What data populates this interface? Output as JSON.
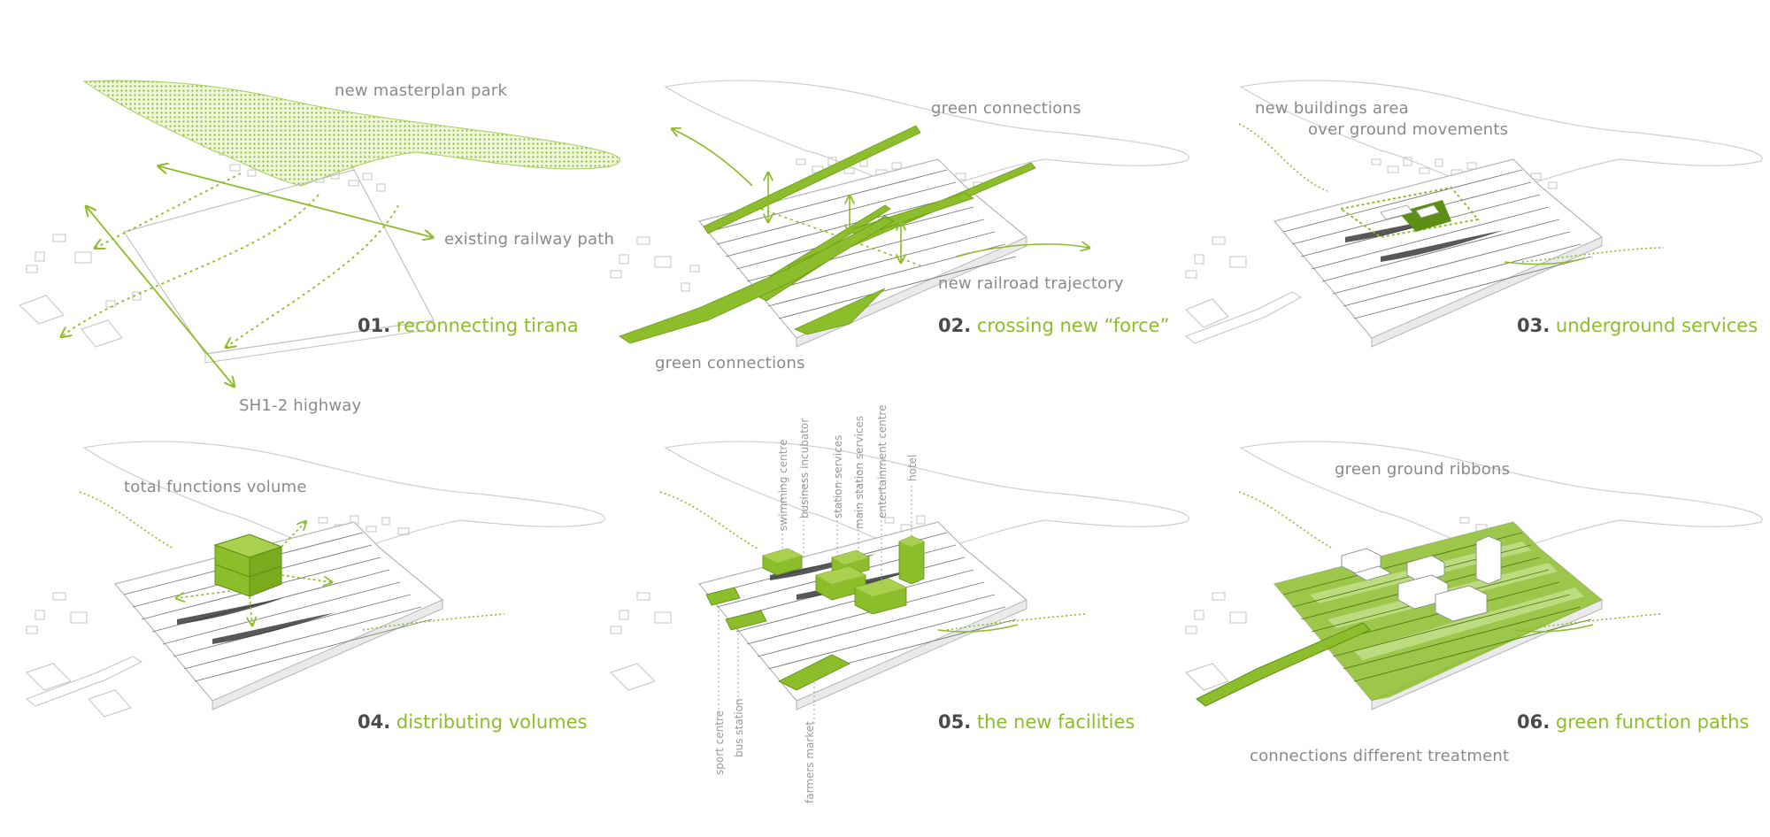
{
  "colors": {
    "accent": "#8cbd2a",
    "accent_light": "#b9d97a",
    "outline": "#b5b5b5",
    "label": "#8a8a8a",
    "number": "#4a4a4a"
  },
  "panels": [
    {
      "step_number": "01.",
      "step_title": "reconnecting tirana",
      "labels": [
        "new masterplan park",
        "existing railway path",
        "SH1-2 highway"
      ]
    },
    {
      "step_number": "02.",
      "step_title": "crossing new “force”",
      "labels": [
        "green connections",
        "new railroad trajectory",
        "green connections"
      ]
    },
    {
      "step_number": "03.",
      "step_title": "underground services",
      "labels": [
        "new buildings area",
        "over ground movements"
      ]
    },
    {
      "step_number": "04.",
      "step_title": "distributing volumes",
      "labels": [
        "total functions volume"
      ]
    },
    {
      "step_number": "05.",
      "step_title": "the new facilities",
      "labels": [
        "swimming centre",
        "business incubator",
        "station services",
        "main station services",
        "entertainment centre",
        "hotel",
        "sport centre",
        "bus station",
        "farmers market"
      ]
    },
    {
      "step_number": "06.",
      "step_title": "green function paths",
      "labels": [
        "green ground ribbons",
        "connections different treatment"
      ]
    }
  ]
}
